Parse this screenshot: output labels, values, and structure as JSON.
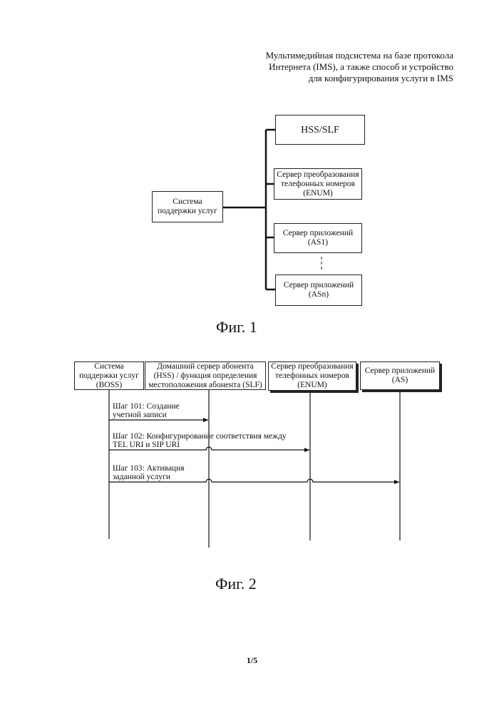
{
  "header": {
    "line1": "Мультимедийная подсистема на базе протокола",
    "line2": "Интернета (IMS), а также способ и устройство",
    "line3": "для конфигурирования услуги в IMS"
  },
  "fig1": {
    "caption": "Фиг. 1",
    "support_system": "Система\nподдержки услуг",
    "hss": "HSS/SLF",
    "enum_server": "Сервер преобразования\nтелефонных номеров\n(ENUM)",
    "as1": "Сервер приложений\n(AS1)",
    "asn": "Сервер приложений\n(ASn)"
  },
  "fig2": {
    "caption": "Фиг. 2",
    "boss": "Система\nподдержки услуг\n(BOSS)",
    "hss": "Домашний сервер абонента\n(HSS) / функция определения\nместоположения абонента (SLF)",
    "enum_server": "Сервер преобразования\nтелефонных номеров\n(ENUM)",
    "as": "Сервер приложений\n(AS)",
    "step101": "Шаг 101: Создание\nучетной записи",
    "step102": "Шаг 102: Конфигурирование соответствия между\nTEL URI и SIP URI",
    "step103": "Шаг 103: Активация\nзаданной услуги"
  },
  "page_number": "1/5"
}
